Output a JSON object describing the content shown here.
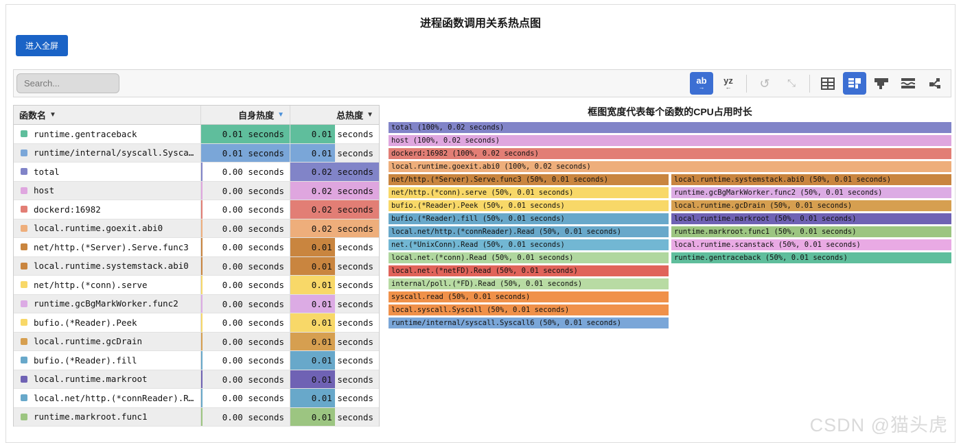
{
  "page": {
    "title": "进程函数调用关系热点图",
    "fullscreen_button": "进入全屏",
    "watermark": "CSDN @猫头虎"
  },
  "toolbar": {
    "search_placeholder": "Search...",
    "fit_head_label": "ab",
    "fit_head_arrow": "→",
    "fit_tail_label": "yz",
    "fit_tail_arrow": "←",
    "reset_icon": "↺",
    "collapse_icon": "⤡",
    "active_color": "#3c6fd3"
  },
  "table": {
    "headers": [
      {
        "label": "函数名",
        "sorted": false
      },
      {
        "label": "自身热度",
        "sorted": true
      },
      {
        "label": "总热度",
        "sorted": false
      }
    ],
    "rows": [
      {
        "name": "runtime.gentraceback",
        "color": "#5fbe9c",
        "self": "0.01 seconds",
        "self_fill": 100,
        "total": "0.01 seconds",
        "total_fill": 50
      },
      {
        "name": "runtime/internal/syscall.Sysca…",
        "color": "#7aa6d8",
        "self": "0.01 seconds",
        "self_fill": 100,
        "total": "0.01 seconds",
        "total_fill": 50
      },
      {
        "name": "total",
        "color": "#8184c8",
        "self": "0.00 seconds",
        "self_fill": 0,
        "total": "0.02 seconds",
        "total_fill": 100
      },
      {
        "name": "host",
        "color": "#dfa6df",
        "self": "0.00 seconds",
        "self_fill": 0,
        "total": "0.02 seconds",
        "total_fill": 100
      },
      {
        "name": "dockerd:16982",
        "color": "#e27e75",
        "self": "0.00 seconds",
        "self_fill": 0,
        "total": "0.02 seconds",
        "total_fill": 100
      },
      {
        "name": "local.runtime.goexit.abi0",
        "color": "#eeae7b",
        "self": "0.00 seconds",
        "self_fill": 0,
        "total": "0.02 seconds",
        "total_fill": 100
      },
      {
        "name": "net/http.(*Server).Serve.func3",
        "color": "#c9853f",
        "self": "0.00 seconds",
        "self_fill": 0,
        "total": "0.01 seconds",
        "total_fill": 50
      },
      {
        "name": "local.runtime.systemstack.abi0",
        "color": "#c9853f",
        "self": "0.00 seconds",
        "self_fill": 0,
        "total": "0.01 seconds",
        "total_fill": 50
      },
      {
        "name": "net/http.(*conn).serve",
        "color": "#f8d868",
        "self": "0.00 seconds",
        "self_fill": 0,
        "total": "0.01 seconds",
        "total_fill": 50
      },
      {
        "name": "runtime.gcBgMarkWorker.func2",
        "color": "#dcabe4",
        "self": "0.00 seconds",
        "self_fill": 0,
        "total": "0.01 seconds",
        "total_fill": 50
      },
      {
        "name": "bufio.(*Reader).Peek",
        "color": "#f8d868",
        "self": "0.00 seconds",
        "self_fill": 0,
        "total": "0.01 seconds",
        "total_fill": 50
      },
      {
        "name": "local.runtime.gcDrain",
        "color": "#d69f50",
        "self": "0.00 seconds",
        "self_fill": 0,
        "total": "0.01 seconds",
        "total_fill": 50
      },
      {
        "name": "bufio.(*Reader).fill",
        "color": "#68a8ca",
        "self": "0.00 seconds",
        "self_fill": 0,
        "total": "0.01 seconds",
        "total_fill": 50
      },
      {
        "name": "local.runtime.markroot",
        "color": "#6f62b4",
        "self": "0.00 seconds",
        "self_fill": 0,
        "total": "0.01 seconds",
        "total_fill": 50
      },
      {
        "name": "local.net/http.(*connReader).R…",
        "color": "#68a8ca",
        "self": "0.00 seconds",
        "self_fill": 0,
        "total": "0.01 seconds",
        "total_fill": 50
      },
      {
        "name": "runtime.markroot.func1",
        "color": "#9cc581",
        "self": "0.00 seconds",
        "self_fill": 0,
        "total": "0.01 seconds",
        "total_fill": 50
      }
    ]
  },
  "flamegraph": {
    "title": "框图宽度代表每个函数的CPU占用时长",
    "rows": [
      [
        {
          "label": "total (100%, 0.02 seconds)",
          "color": "#8184c8",
          "x": 0,
          "w": 100
        }
      ],
      [
        {
          "label": "host (100%, 0.02 seconds)",
          "color": "#dfa6df",
          "x": 0,
          "w": 100
        }
      ],
      [
        {
          "label": "dockerd:16982 (100%, 0.02 seconds)",
          "color": "#e27e75",
          "x": 0,
          "w": 100
        }
      ],
      [
        {
          "label": "local.runtime.goexit.abi0 (100%, 0.02 seconds)",
          "color": "#eeae7b",
          "x": 0,
          "w": 100
        }
      ],
      [
        {
          "label": "net/http.(*Server).Serve.func3 (50%, 0.01 seconds)",
          "color": "#c9853f",
          "x": 0,
          "w": 49.75
        },
        {
          "label": "local.runtime.systemstack.abi0 (50%, 0.01 seconds)",
          "color": "#c9853f",
          "x": 50.25,
          "w": 49.75
        }
      ],
      [
        {
          "label": "net/http.(*conn).serve (50%, 0.01 seconds)",
          "color": "#f8d868",
          "x": 0,
          "w": 49.75
        },
        {
          "label": "runtime.gcBgMarkWorker.func2 (50%, 0.01 seconds)",
          "color": "#dcabe4",
          "x": 50.25,
          "w": 49.75
        }
      ],
      [
        {
          "label": "bufio.(*Reader).Peek (50%, 0.01 seconds)",
          "color": "#f8d868",
          "x": 0,
          "w": 49.75
        },
        {
          "label": "local.runtime.gcDrain (50%, 0.01 seconds)",
          "color": "#d69f50",
          "x": 50.25,
          "w": 49.75
        }
      ],
      [
        {
          "label": "bufio.(*Reader).fill (50%, 0.01 seconds)",
          "color": "#68a8ca",
          "x": 0,
          "w": 49.75
        },
        {
          "label": "local.runtime.markroot (50%, 0.01 seconds)",
          "color": "#6f62b4",
          "x": 50.25,
          "w": 49.75
        }
      ],
      [
        {
          "label": "local.net/http.(*connReader).Read (50%, 0.01 seconds)",
          "color": "#68a8ca",
          "x": 0,
          "w": 49.75
        },
        {
          "label": "runtime.markroot.func1 (50%, 0.01 seconds)",
          "color": "#9cc581",
          "x": 50.25,
          "w": 49.75
        }
      ],
      [
        {
          "label": "net.(*UnixConn).Read (50%, 0.01 seconds)",
          "color": "#72b7d3",
          "x": 0,
          "w": 49.75
        },
        {
          "label": "local.runtime.scanstack (50%, 0.01 seconds)",
          "color": "#e9aae4",
          "x": 50.25,
          "w": 49.75
        }
      ],
      [
        {
          "label": "local.net.(*conn).Read (50%, 0.01 seconds)",
          "color": "#b0d79f",
          "x": 0,
          "w": 49.75
        },
        {
          "label": "runtime.gentraceback (50%, 0.01 seconds)",
          "color": "#5fbe9c",
          "x": 50.25,
          "w": 49.75
        }
      ],
      [
        {
          "label": "local.net.(*netFD).Read (50%, 0.01 seconds)",
          "color": "#e0635a",
          "x": 0,
          "w": 49.75
        }
      ],
      [
        {
          "label": "internal/poll.(*FD).Read (50%, 0.01 seconds)",
          "color": "#b8dba3",
          "x": 0,
          "w": 49.75
        }
      ],
      [
        {
          "label": "syscall.read (50%, 0.01 seconds)",
          "color": "#f0914a",
          "x": 0,
          "w": 49.75
        }
      ],
      [
        {
          "label": "local.syscall.Syscall (50%, 0.01 seconds)",
          "color": "#f0914a",
          "x": 0,
          "w": 49.75
        }
      ],
      [
        {
          "label": "runtime/internal/syscall.Syscall6 (50%, 0.01 seconds)",
          "color": "#7aa6d8",
          "x": 0,
          "w": 49.75
        }
      ]
    ]
  }
}
